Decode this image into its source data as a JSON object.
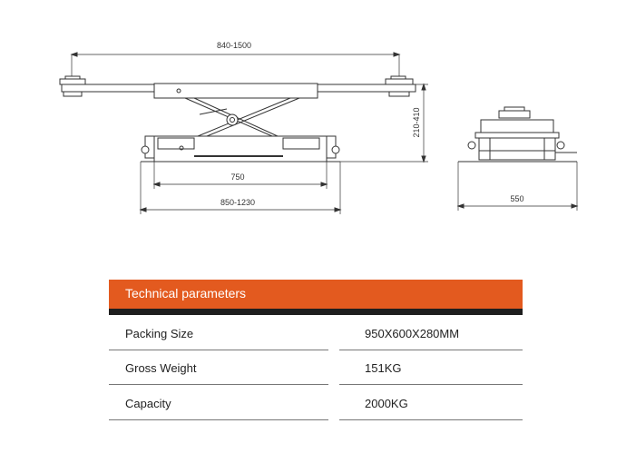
{
  "drawing": {
    "dim_top_width": "840-1500",
    "dim_height": "210-410",
    "dim_inner_base": "750",
    "dim_base_width": "850-1230",
    "dim_side_width": "550"
  },
  "table": {
    "title": "Technical parameters",
    "accent_color": "#e35a1f",
    "rows": [
      {
        "label": "Packing Size",
        "value": "950X600X280MM"
      },
      {
        "label": "Gross Weight",
        "value": "151KG"
      },
      {
        "label": "Capacity",
        "value": "2000KG"
      }
    ]
  }
}
